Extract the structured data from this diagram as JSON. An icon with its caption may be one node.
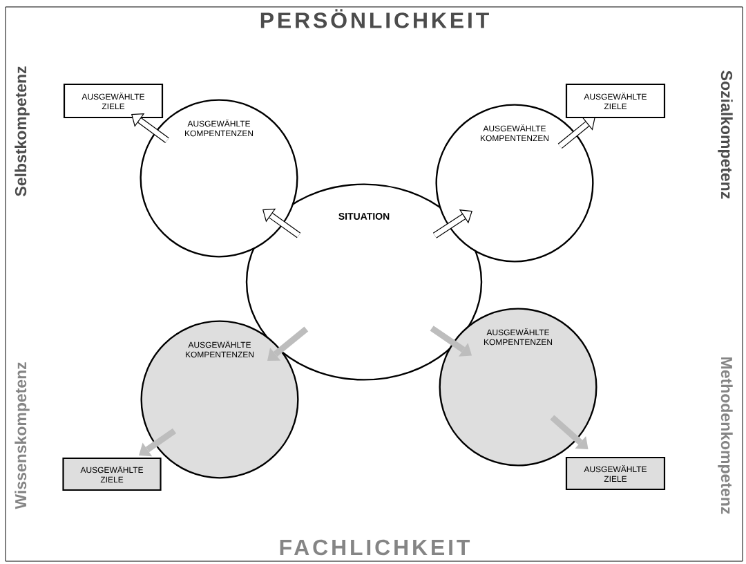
{
  "diagram": {
    "nodes": [
      {
        "text": [
          "SITUATION"
        ]
      },
      {
        "text": [
          "AUSGEWÄHLTE KOMPENTENZEN"
        ]
      },
      {
        "text": [
          "AUSGEWÄHLTE KOMPENTENZEN"
        ]
      },
      {
        "text": [
          "AUSGEWÄHLTE KOMPENTENZEN"
        ]
      },
      {
        "text": [
          "AUSGEWÄHLTE KOMPENTENZEN"
        ]
      },
      {
        "text": [
          "AUSGEWÄHLTE ZIELE"
        ]
      },
      {
        "text": [
          "AUSGEWÄHLTE ZIELE"
        ]
      },
      {
        "text": [
          "AUSGEWÄHLTE ZIELE"
        ]
      },
      {
        "text": [
          "AUSGEWÄHLTE ZIELE"
        ]
      }
    ],
    "edges": [
      {
        "from": 0,
        "to": 1,
        "arrow": "to"
      },
      {
        "from": 0,
        "to": 2,
        "arrow": "to"
      },
      {
        "from": 0,
        "to": 3,
        "arrow": "to",
        "color": "#bdbdbd"
      },
      {
        "from": 0,
        "to": 4,
        "arrow": "to",
        "color": "#bdbdbd"
      },
      {
        "from": 1,
        "to": 5,
        "arrow": "to"
      },
      {
        "from": 2,
        "to": 6,
        "arrow": "to"
      },
      {
        "from": 3,
        "to": 7,
        "arrow": "to",
        "color": "#bdbdbd"
      },
      {
        "from": 4,
        "to": 8,
        "arrow": "to",
        "color": "#bdbdbd"
      }
    ],
    "labels": [
      "PERSÖNLICHKEIT",
      "Selbstkompetenz",
      "Sozialkompetenz",
      "Wissenskompetenz",
      "Methodenkompetenz",
      "FACHLICHKEIT"
    ]
  }
}
